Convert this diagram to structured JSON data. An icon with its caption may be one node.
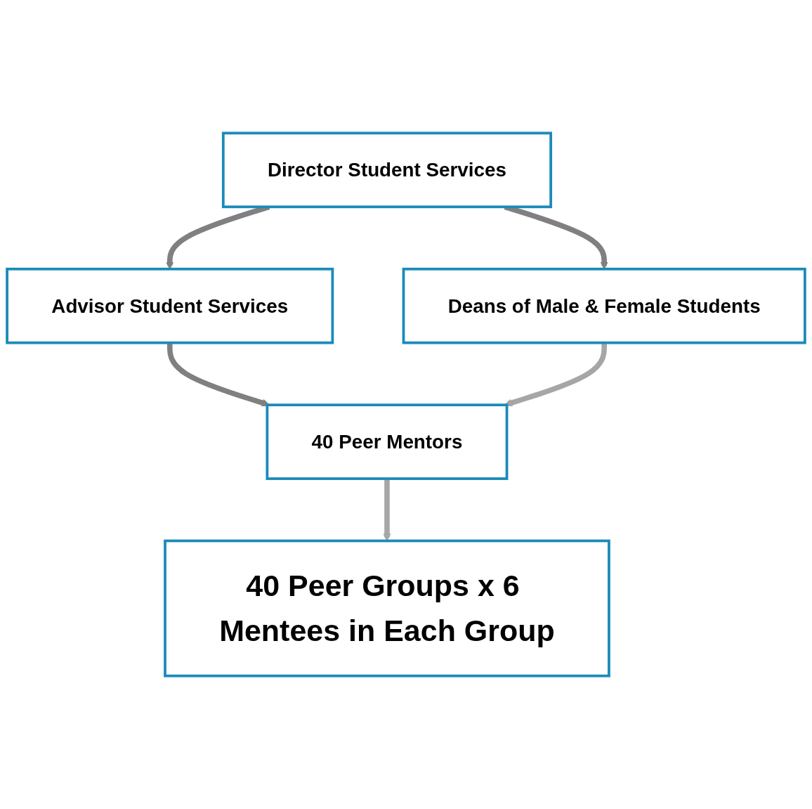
{
  "diagram": {
    "nodes": [
      {
        "text": [
          "Director Student Services"
        ]
      },
      {
        "text": [
          "Advisor Student Services"
        ]
      },
      {
        "text": [
          "Deans of Male & Female Students"
        ]
      },
      {
        "text": [
          "40 Peer Mentors"
        ]
      },
      {
        "text": [
          "40 Peer Groups x 6 Mentees in Each Group"
        ]
      }
    ],
    "edges": [
      {
        "from": 0,
        "to": 1,
        "arrow": "to"
      },
      {
        "from": 0,
        "to": 2,
        "arrow": "to"
      },
      {
        "from": 1,
        "to": 3,
        "arrow": "to"
      },
      {
        "from": 2,
        "to": 3,
        "arrow": "to",
        "color": "#a6a6a6"
      },
      {
        "from": 3,
        "to": 4,
        "arrow": "to",
        "color": "#a6a6a6"
      }
    ]
  }
}
